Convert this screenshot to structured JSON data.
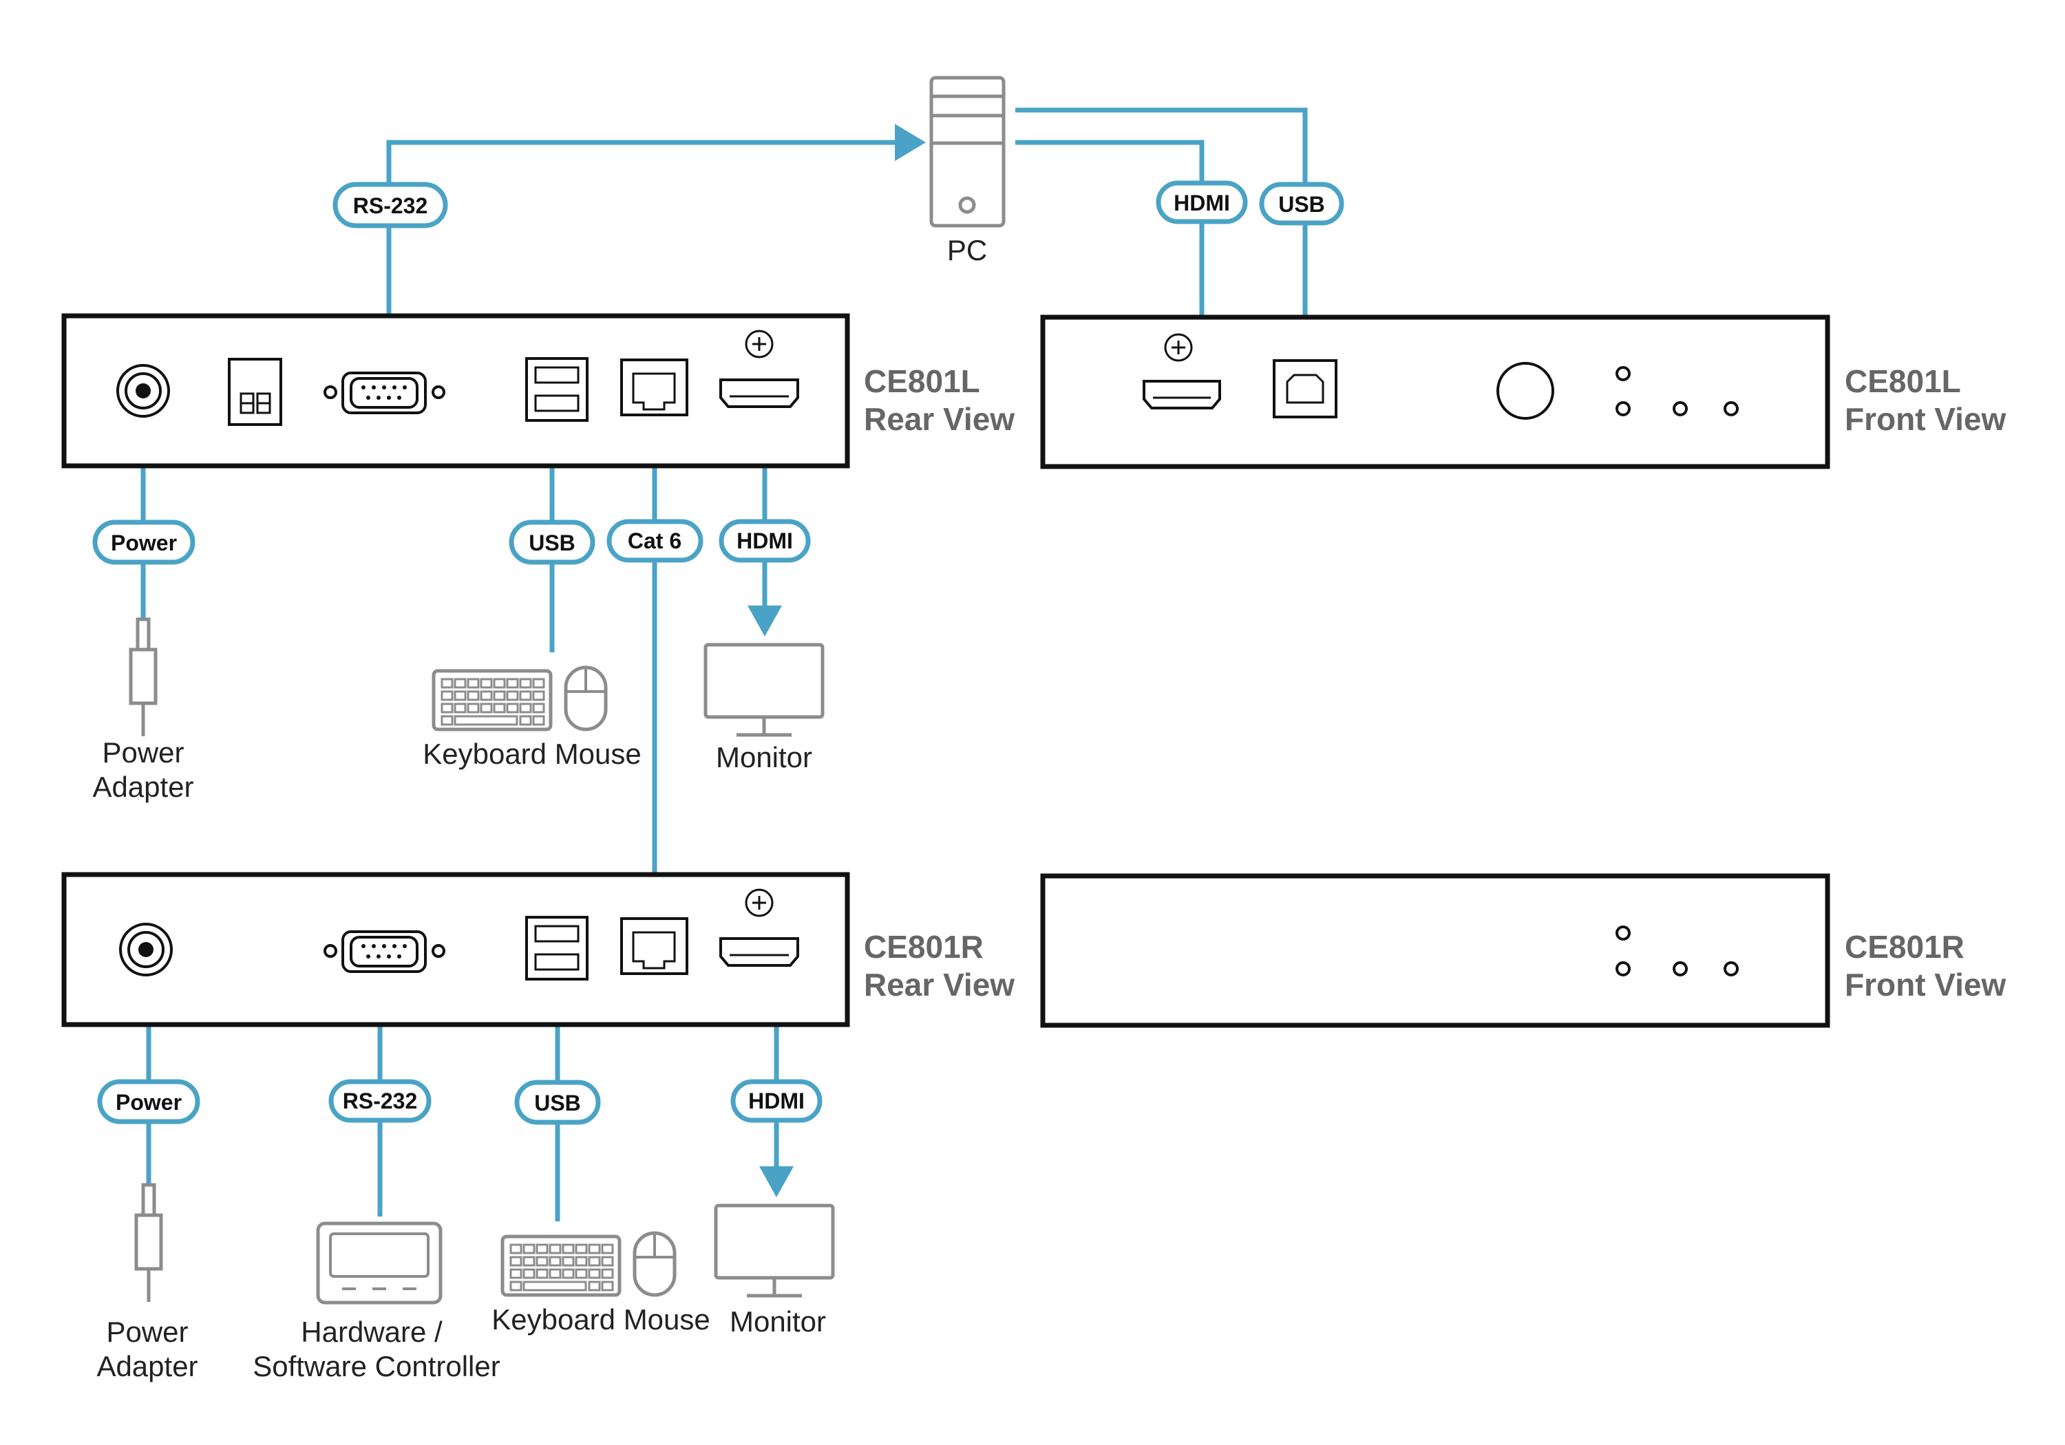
{
  "pc": {
    "label": "PC"
  },
  "devices": {
    "ce801l_rear": {
      "name": "CE801L",
      "view": "Rear View"
    },
    "ce801l_front": {
      "name": "CE801L",
      "view": "Front View"
    },
    "ce801r_rear": {
      "name": "CE801R",
      "view": "Rear View"
    },
    "ce801r_front": {
      "name": "CE801R",
      "view": "Front View"
    }
  },
  "cables": {
    "pc_rs232": "RS-232",
    "pc_hdmi": "HDMI",
    "pc_usb": "USB",
    "l_power": "Power",
    "l_usb": "USB",
    "l_cat6": "Cat 6",
    "l_hdmi": "HDMI",
    "r_power": "Power",
    "r_rs232": "RS-232",
    "r_usb": "USB",
    "r_hdmi": "HDMI"
  },
  "peripherals": {
    "l_power_adapter": [
      "Power",
      "Adapter"
    ],
    "l_keyboard_mouse": "Keyboard Mouse",
    "l_monitor": "Monitor",
    "r_power_adapter": [
      "Power",
      "Adapter"
    ],
    "r_controller": [
      "Hardware /",
      "Software Controller"
    ],
    "r_keyboard_mouse": "Keyboard Mouse",
    "r_monitor": "Monitor"
  },
  "colors": {
    "cable": "#4aa3c7",
    "device_outline": "#111111",
    "peripheral_outline": "#8c8c8c",
    "title_text": "#666666"
  }
}
